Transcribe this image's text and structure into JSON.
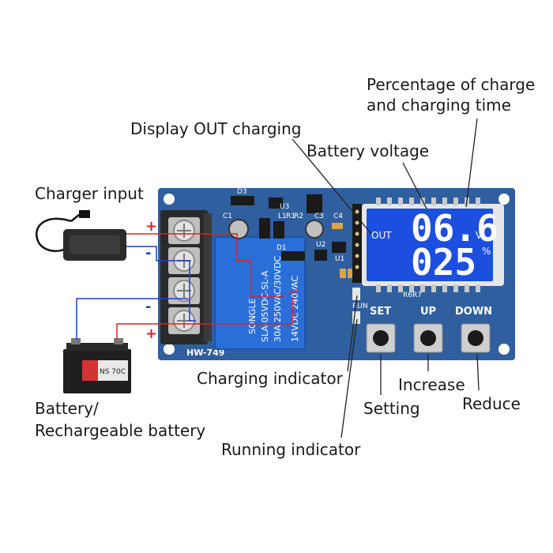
{
  "labels": {
    "percentage_line1": "Percentage of charge",
    "percentage_line2": "and charging time",
    "display_out": "Display OUT charging",
    "battery_voltage": "Battery voltage",
    "charger_input": "Charger input",
    "charging_indicator": "Charging indicator",
    "increase": "Increase",
    "setting": "Setting",
    "reduce": "Reduce",
    "battery_line1": "Battery/",
    "battery_line2": "Rechargeable battery",
    "running_indicator": "Running  indicator"
  },
  "board": {
    "model": "HW-749",
    "btn_set": "SET",
    "btn_up": "UP",
    "btn_down": "DOWN",
    "run": "RUN",
    "r6r7": "R6R7",
    "relay_brand": "SONGLE",
    "relay_model": "SLA-05VDC-SL-A",
    "relay_rating1": "30A 250VAC/30VDC",
    "relay_rating2": "14VDC 240VAC",
    "chip_labels": [
      "D3",
      "C1",
      "U3",
      "L1",
      "R1",
      "R2",
      "C3",
      "C4",
      "D1",
      "U2",
      "U1"
    ]
  },
  "display": {
    "out": "OUT",
    "voltage": "06.6",
    "voltage_unit": "V",
    "percent": "025",
    "percent_unit": "%"
  },
  "polarity": {
    "charger_plus": "+",
    "charger_minus": "-",
    "battery_minus": "-",
    "battery_plus": "+"
  },
  "battery_label": "NS 70C",
  "colors": {
    "pcb": "#2f5f9e",
    "lcd": "#1c4fe0",
    "wire_red": "#e02020",
    "wire_blue": "#1d3fd0",
    "terminal": "#2a2a2a"
  }
}
